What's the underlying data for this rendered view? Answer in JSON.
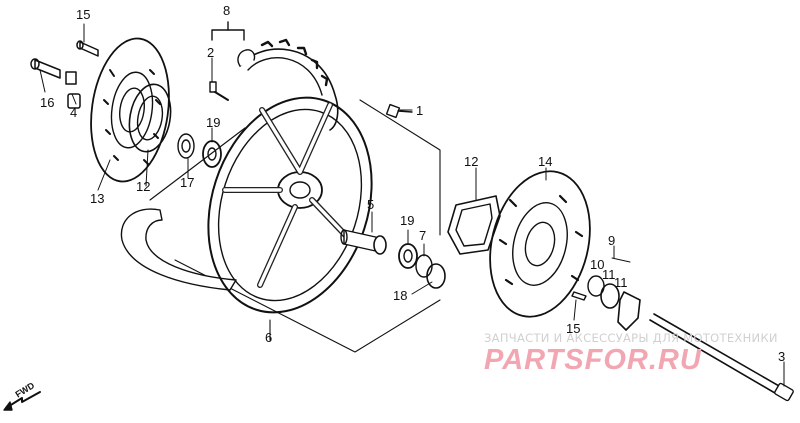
{
  "diagram": {
    "labels": {
      "n1": "1",
      "n2": "2",
      "n3": "3",
      "n4": "4",
      "n5": "5",
      "n6": "6",
      "n7": "7",
      "n8": "8",
      "n9": "9",
      "n10": "10",
      "n11a": "11",
      "n11b": "11",
      "n12a": "12",
      "n12b": "12",
      "n13": "13",
      "n14": "14",
      "n15a": "15",
      "n15b": "15",
      "n16": "16",
      "n17": "17",
      "n18": "18",
      "n19a": "19",
      "n19b": "19"
    },
    "direction_marker": "FWD"
  },
  "watermark": {
    "caption": "ЗАПЧАСТИ И АКСЕССУАРЫ ДЛЯ МОТОТЕХНИКИ",
    "brand": "PARTSFOR.RU",
    "brand_color": "#f2a6b2"
  }
}
